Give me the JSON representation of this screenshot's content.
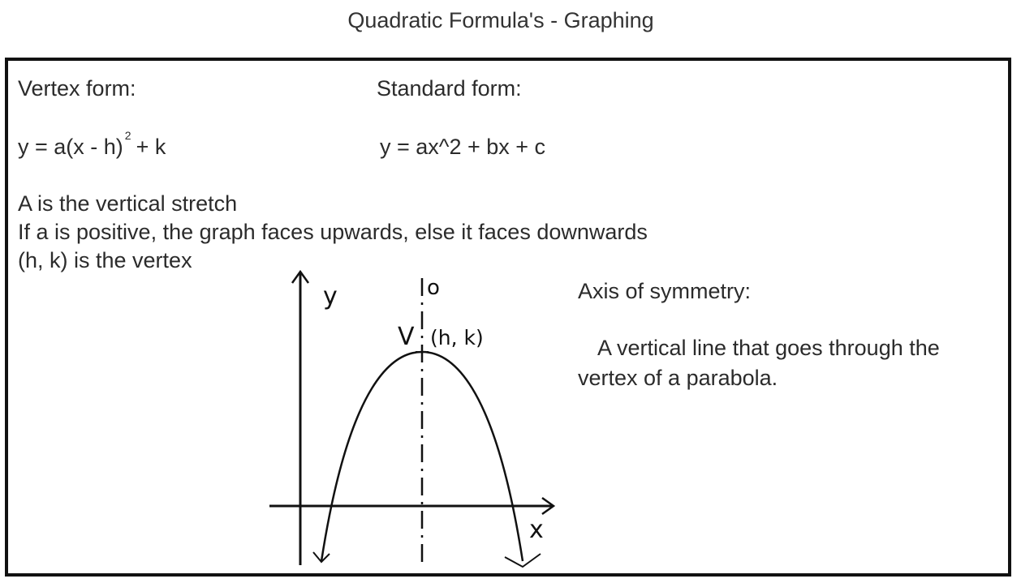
{
  "title": "Quadratic Formula's - Graphing",
  "vertex_form": {
    "heading": "Vertex form:",
    "equation_main": "y = a(x - h)",
    "equation_exponent": "2",
    "equation_tail": "+ k"
  },
  "standard_form": {
    "heading": "Standard form:",
    "equation": "y = ax^2 + bx + c"
  },
  "notes": [
    "A is the vertical stretch",
    "If a is positive, the graph faces upwards, else it faces downwards",
    "(h, k) is the vertex"
  ],
  "axis_of_symmetry": {
    "heading": "Axis of symmetry:",
    "line1": "A vertical line that goes through the",
    "line2": "vertex of a parabola."
  },
  "graph": {
    "y_label": "y",
    "x_label": "x",
    "vertex_marker": "V",
    "vertex_label": "(h, k)",
    "axis_label": "o"
  }
}
